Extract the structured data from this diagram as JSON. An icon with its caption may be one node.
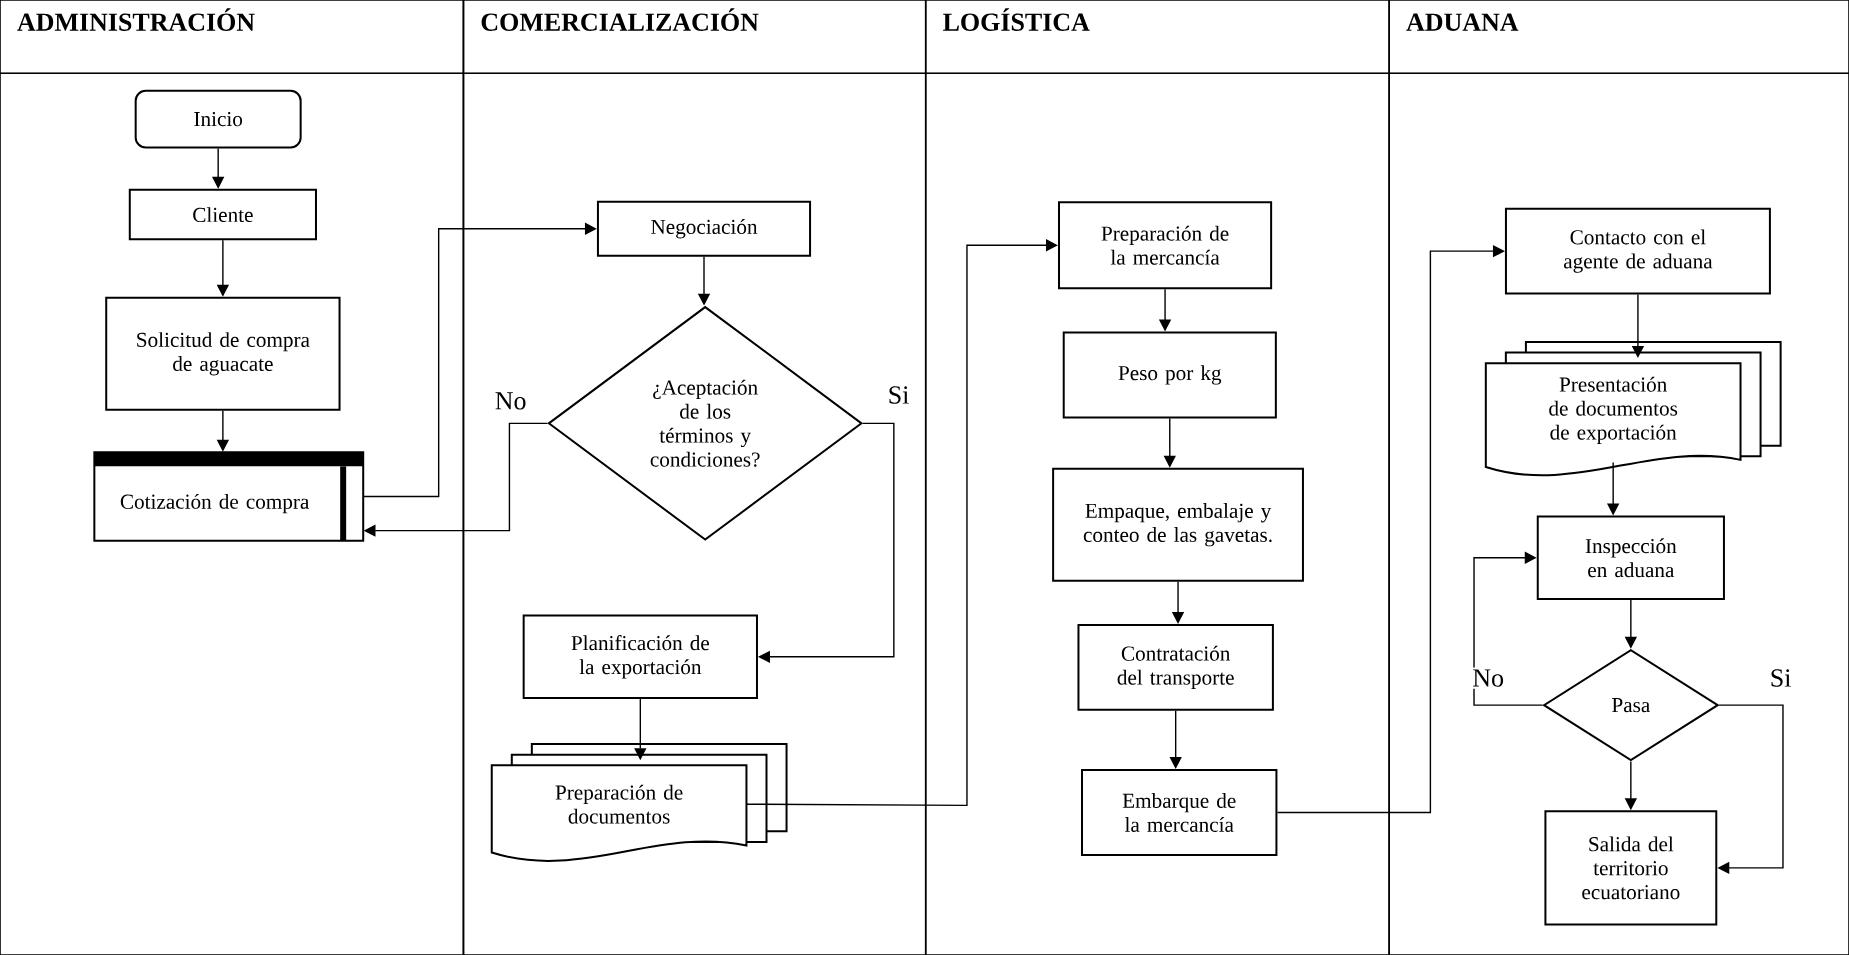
{
  "diagram": {
    "nodes": [
      {
        "text": [
          "ADMINISTRACIÓN"
        ]
      },
      {
        "text": [
          "COMERCIALIZACIÓN"
        ]
      },
      {
        "text": [
          "LOGÍSTICA"
        ]
      },
      {
        "text": [
          "ADUANA"
        ]
      },
      {
        "text": [
          "Inicio"
        ],
        "in": 0
      },
      {
        "text": [
          "Cliente"
        ],
        "in": 0
      },
      {
        "text": [
          "Solicitud de compra de aguacate"
        ],
        "in": 0
      },
      {
        "text": [
          "Cotización de compra"
        ],
        "in": 0
      },
      {
        "text": [
          "Negociación"
        ],
        "in": 1
      },
      {
        "text": [
          "¿Aceptación de los términos y condiciones?"
        ],
        "in": 1
      },
      {
        "text": [
          "Planificación de la exportación"
        ],
        "in": 1
      },
      {
        "text": [
          "Preparación de documentos"
        ],
        "in": 1
      },
      {
        "text": [
          "Preparación de la mercancía"
        ],
        "in": 2
      },
      {
        "text": [
          "Peso por kg"
        ],
        "in": 2
      },
      {
        "text": [
          "Empaque, embalaje y conteo de las gavetas."
        ],
        "in": 2
      },
      {
        "text": [
          "Contratación del transporte"
        ],
        "in": 2
      },
      {
        "text": [
          "Embarque de la mercancía"
        ],
        "in": 2
      },
      {
        "text": [
          "Contacto con el agente de aduana"
        ],
        "in": 3
      },
      {
        "text": [
          "Presentación de documentos de exportación"
        ],
        "in": 3
      },
      {
        "text": [
          "Inspección en aduana"
        ],
        "in": 3
      },
      {
        "text": [
          "Pasa"
        ],
        "in": 3
      },
      {
        "text": [
          "Salida del territorio ecuatoriano"
        ],
        "in": 3
      }
    ],
    "edges": [
      {
        "from": 4,
        "to": 5,
        "arrow": "to"
      },
      {
        "from": 5,
        "to": 6,
        "arrow": "to"
      },
      {
        "from": 6,
        "to": 7,
        "arrow": "to"
      },
      {
        "from": 7,
        "to": 8,
        "arrow": "to"
      },
      {
        "from": 8,
        "to": 9,
        "arrow": "to"
      },
      {
        "from": 9,
        "to": 7,
        "label": "No",
        "arrow": "to"
      },
      {
        "from": 9,
        "to": 10,
        "label": "Si",
        "arrow": "to"
      },
      {
        "from": 10,
        "to": 11,
        "arrow": "to"
      },
      {
        "from": 11,
        "to": 12,
        "arrow": "to"
      },
      {
        "from": 12,
        "to": 13,
        "arrow": "to"
      },
      {
        "from": 13,
        "to": 14,
        "arrow": "to"
      },
      {
        "from": 14,
        "to": 15,
        "arrow": "to"
      },
      {
        "from": 15,
        "to": 16,
        "arrow": "to"
      },
      {
        "from": 16,
        "to": 17,
        "arrow": "to"
      },
      {
        "from": 17,
        "to": 18,
        "arrow": "to"
      },
      {
        "from": 18,
        "to": 19,
        "arrow": "to"
      },
      {
        "from": 19,
        "to": 20,
        "arrow": "to"
      },
      {
        "from": 20,
        "to": 19,
        "label": "No",
        "arrow": "to"
      },
      {
        "from": 20,
        "to": 21,
        "arrow": "to"
      },
      {
        "from": 20,
        "to": 21,
        "label": "Si",
        "arrow": "to"
      }
    ]
  }
}
